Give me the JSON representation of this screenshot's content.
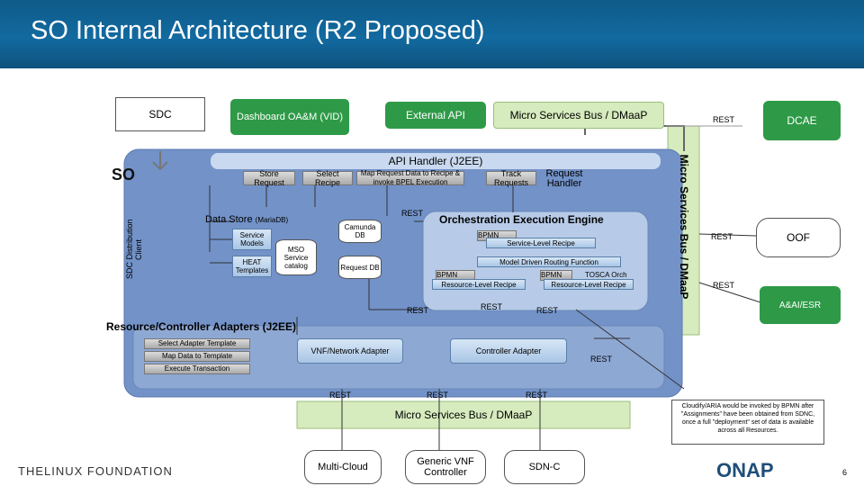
{
  "slide": {
    "title": "SO Internal Architecture (R2 Proposed)",
    "page_number": "6"
  },
  "top": {
    "sdc": "SDC",
    "dashboard": "Dashboard OA&M (VID)",
    "external_api": "External API",
    "msb_top": "Micro Services Bus / DMaaP",
    "rest_dcae": "REST",
    "dcae": "DCAE"
  },
  "so": {
    "label": "SO",
    "sdc_client": "SDC Distribution Client",
    "api_handler": "API Handler (J2EE)",
    "store_request": "Store Request",
    "select_recipe": "Select Recipe",
    "map_request": "Map Request Data to Recipe & invoke BPEL Execution",
    "track_requests": "Track Requests",
    "request_handler": "Request Handler",
    "data_store": "Data Store",
    "data_store_sub": "(MariaDB)",
    "service_models": "Service Models",
    "heat_templates": "HEAT Templates",
    "mso_catalog": "MSO Service catalog",
    "camunda_db": "Camunda DB",
    "request_db": "Request DB",
    "rest_engine": "REST",
    "orch_engine": "Orchestration Execution Engine",
    "bpmn_service": "BPMN",
    "service_recipe": "Service-Level Recipe",
    "model_driven": "Model Driven Routing Function",
    "bpmn_resource": "BPMN",
    "resource_recipe": "Resource-Level Recipe",
    "bpmn_tosca": "BPMN",
    "tosca_orch": "TOSCA Orch",
    "tosca_recipe": "Resource-Level Recipe",
    "rest_a": "REST",
    "rest_b": "REST",
    "rest_c": "REST",
    "adapters_title": "Resource/Controller Adapters (J2EE)",
    "select_adapter": "Select Adapter Template",
    "map_data": "Map Data to Template",
    "execute_tx": "Execute Transaction",
    "vnf_adapter": "VNF/Network Adapter",
    "controller_adapter": "Controller Adapter",
    "rest_ctrl": "REST",
    "msb_vertical": "Micro Services Bus / DMaaP"
  },
  "right": {
    "rest_oof": "REST",
    "oof": "OOF",
    "rest_aai": "REST",
    "aai": "A&AI/ESR"
  },
  "bottom": {
    "rest_1": "REST",
    "rest_2": "REST",
    "rest_3": "REST",
    "msb_bottom": "Micro Services Bus / DMaaP",
    "multicloud": "Multi-Cloud",
    "generic_vnf": "Generic VNF Controller",
    "sdnc": "SDN-C",
    "note": "Cloudify/ARIA would be invoked by BPMN after \"Assignments\" have been obtained from SDNC, once a full \"deployment\" set of data is available across all Resources."
  },
  "footer": {
    "linux": "THELINUX FOUNDATION",
    "onap": "ONAP"
  },
  "colors": {
    "header": "#126aa0",
    "so_container": "#7292c8",
    "bus_green": "#d6ebbe",
    "green_box": "#2e9a47"
  }
}
